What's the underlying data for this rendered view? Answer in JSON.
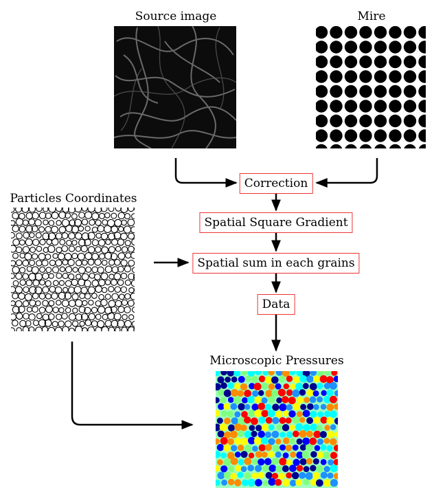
{
  "captions": {
    "source_image": "Source image",
    "mire": "Mire",
    "particles": "Particles Coordinates",
    "pressures": "Microscopic Pressures"
  },
  "steps": {
    "correction": "Correction",
    "gradient": "Spatial Square Gradient",
    "sum": "Spatial sum in each grains",
    "data": "Data"
  },
  "colors": {
    "box_border": "#e33333",
    "arrow": "#000000",
    "pressure_colormap": [
      "#00008f",
      "#0000ff",
      "#1e90ff",
      "#00ffff",
      "#7fff7f",
      "#ffff00",
      "#ff8c00",
      "#ff0000"
    ]
  }
}
